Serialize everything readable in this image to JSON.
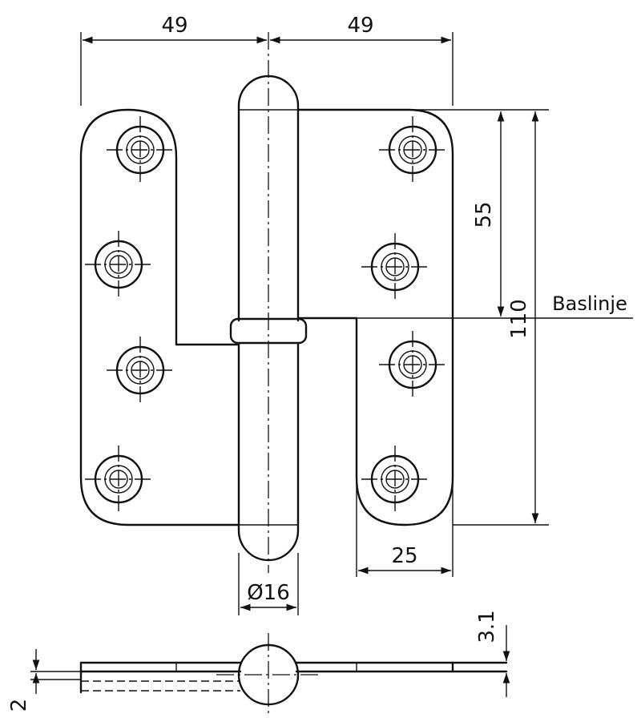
{
  "drawing": {
    "dimensions": {
      "left_width": "49",
      "right_width": "49",
      "half_height": "55",
      "total_height": "110",
      "leaf_width": "25",
      "pin_diameter": "Ø16",
      "thickness_top": "3.1",
      "thickness_bottom": "2"
    },
    "labels": {
      "base_line": "Baslinje"
    },
    "screw_holes": {
      "left_leaf": 4,
      "right_leaf": 4
    }
  }
}
